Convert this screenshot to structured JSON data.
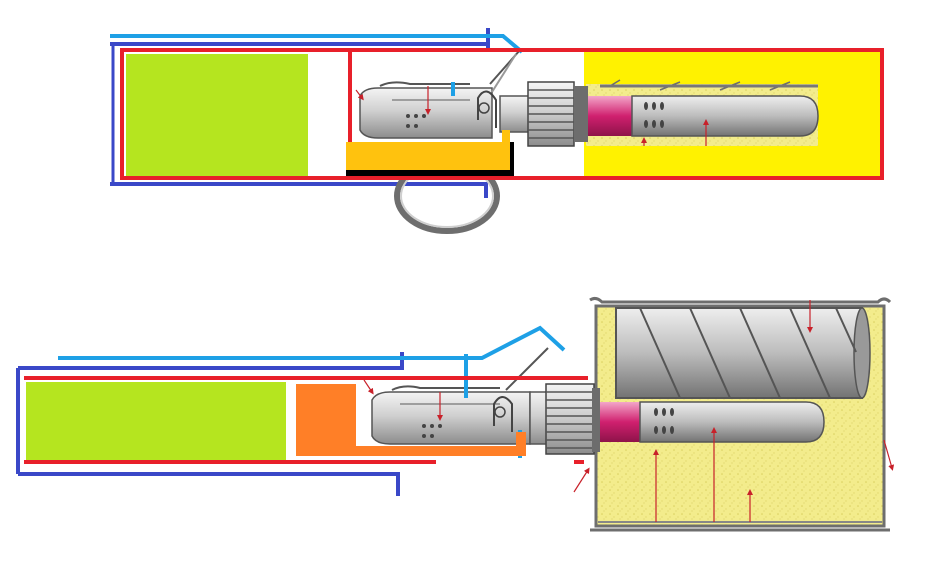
{
  "diagrams": [
    {
      "id": "top",
      "parts": [
        "lever",
        "ring",
        "fuse-body",
        "threaded-plug",
        "detonator",
        "filler"
      ]
    },
    {
      "id": "bottom",
      "parts": [
        "lever",
        "fuse-body",
        "threaded-plug",
        "detonator",
        "charge-cylinder",
        "filler"
      ]
    }
  ],
  "colors": {
    "green_block": "#b5e51f",
    "outline_red": "#e8202a",
    "line_blue": "#3a48c8",
    "line_cyan": "#1ea0e6",
    "yellow_fill": "#fff200",
    "yellow_body": "#f3ec8c",
    "orange_bar": "#ffc20e",
    "orange_block": "#ff7f27",
    "magenta": "#d0206f",
    "metal_light": "#e5e5e5",
    "metal_mid": "#bdbdbd",
    "metal_dark": "#7c7c7c",
    "arrow_red": "#c8212a"
  }
}
